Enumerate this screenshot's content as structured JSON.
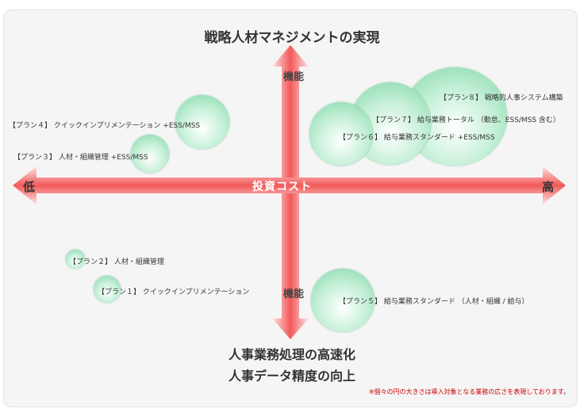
{
  "titles": {
    "top": "戦略人材マネジメントの実現",
    "bottom_line1": "人事業務処理の高速化",
    "bottom_line2": "人事データ精度の向上"
  },
  "axis": {
    "horizontal_center": "投資コスト",
    "left": "低",
    "right": "高",
    "vertical_top": "機能",
    "vertical_bottom": "機能"
  },
  "plans": [
    {
      "label": "【プラン１】 クイックインプリメンテーション"
    },
    {
      "label": "【プラン２】 人材・組織管理"
    },
    {
      "label": "【プラン３】 人材・組織管理 +ESS/MSS"
    },
    {
      "label": "【プラン４】 クイックインプリメンテーション +ESS/MSS"
    },
    {
      "label": "【プラン５】 給与業務スタンダード （人材・組織 / 給与）"
    },
    {
      "label": "【プラン６】 給与業務スタンダード +ESS/MSS"
    },
    {
      "label": "【プラン７】 給与業務トータル （勤怠、ESS/MSS 含む）"
    },
    {
      "label": "【プラン８】 戦略的人事システム構築"
    }
  ],
  "note": "※個々の円の大きさは導入対象となる業務の広さを表現しております。",
  "colors": {
    "arrow_center": "#f25a5a",
    "arrow_edge": "#fde3e3",
    "bubble_fill": "#c6f0d8",
    "bubble_edge": "#7fd6a6",
    "note_text": "#cc0000"
  }
}
